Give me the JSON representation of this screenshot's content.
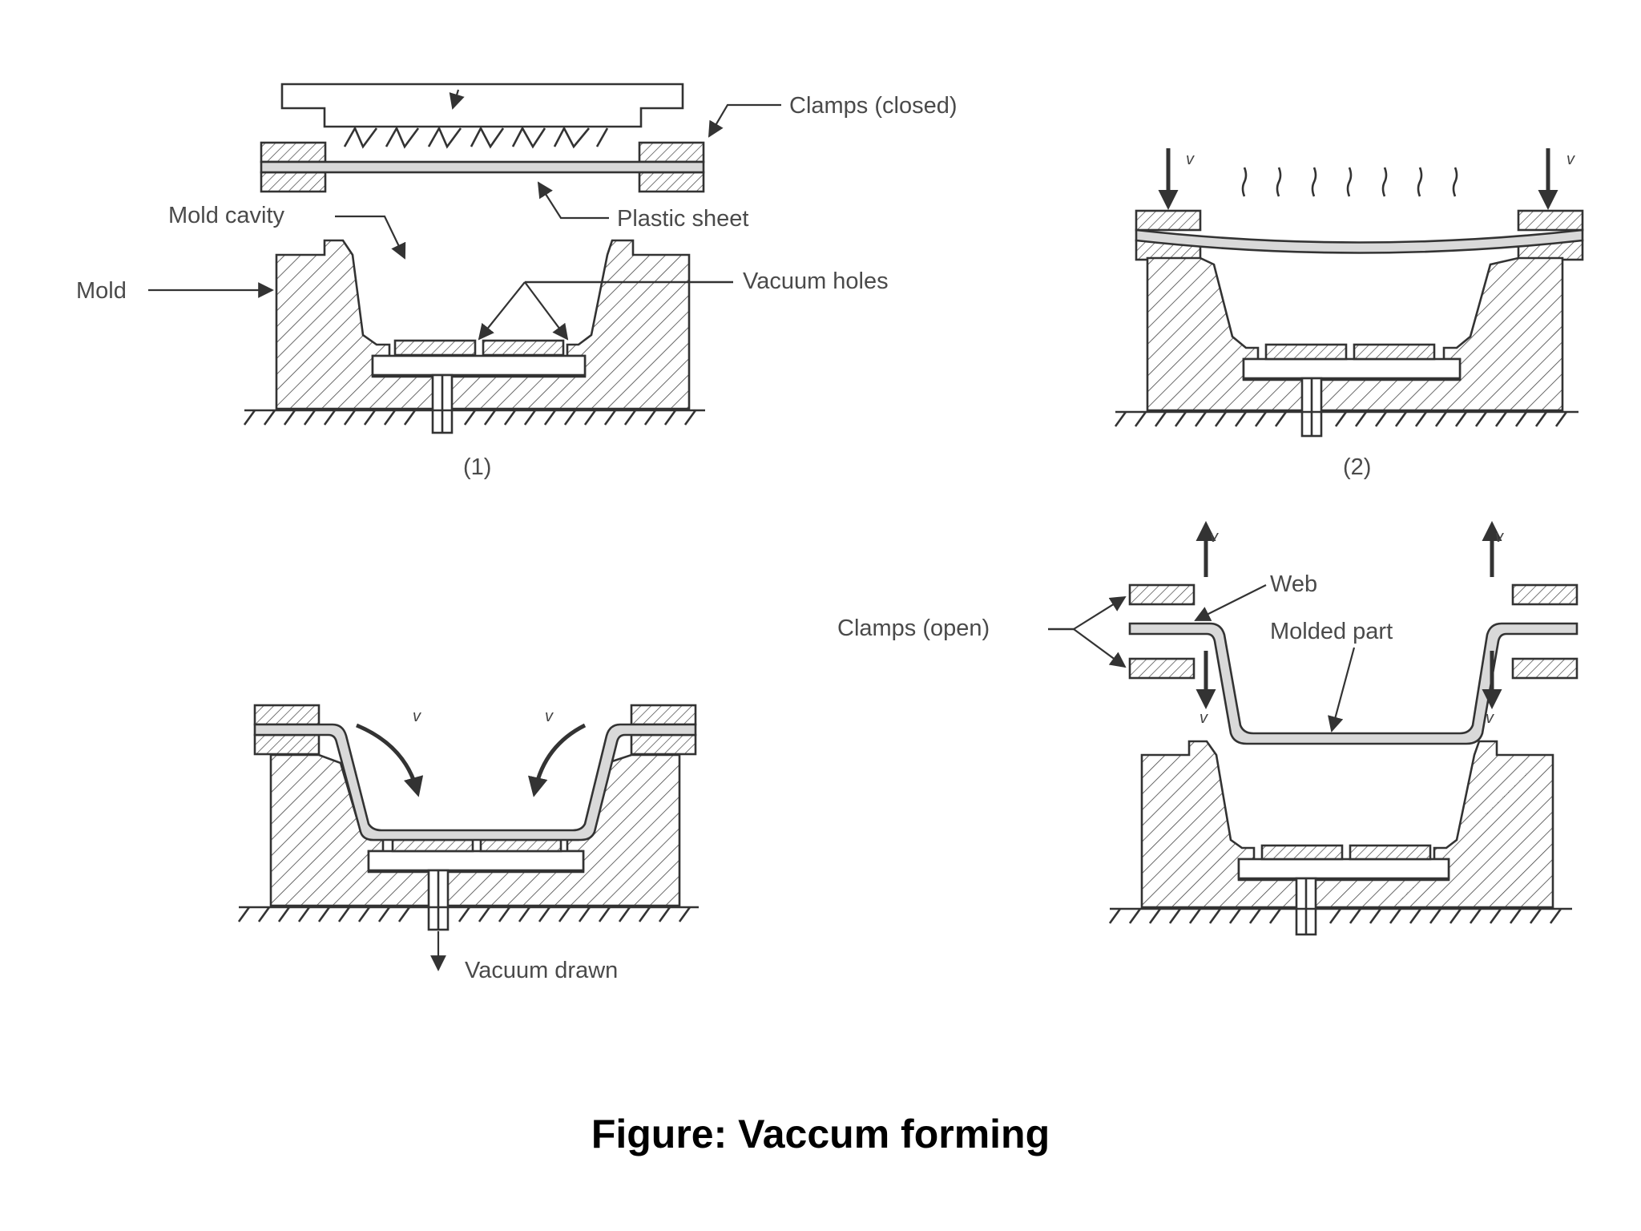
{
  "caption": "Figure: Vaccum forming",
  "labels": {
    "clamps_closed": "Clamps (closed)",
    "mold_cavity": "Mold cavity",
    "plastic_sheet": "Plastic sheet",
    "mold": "Mold",
    "vacuum_holes": "Vacuum holes",
    "step1": "(1)",
    "step2": "(2)",
    "vacuum_drawn": "Vacuum drawn",
    "clamps_open": "Clamps (open)",
    "web": "Web",
    "molded_part": "Molded part",
    "v": "v"
  },
  "colors": {
    "line": "#333333",
    "text": "#4a4a4a",
    "caption": "#000000"
  }
}
